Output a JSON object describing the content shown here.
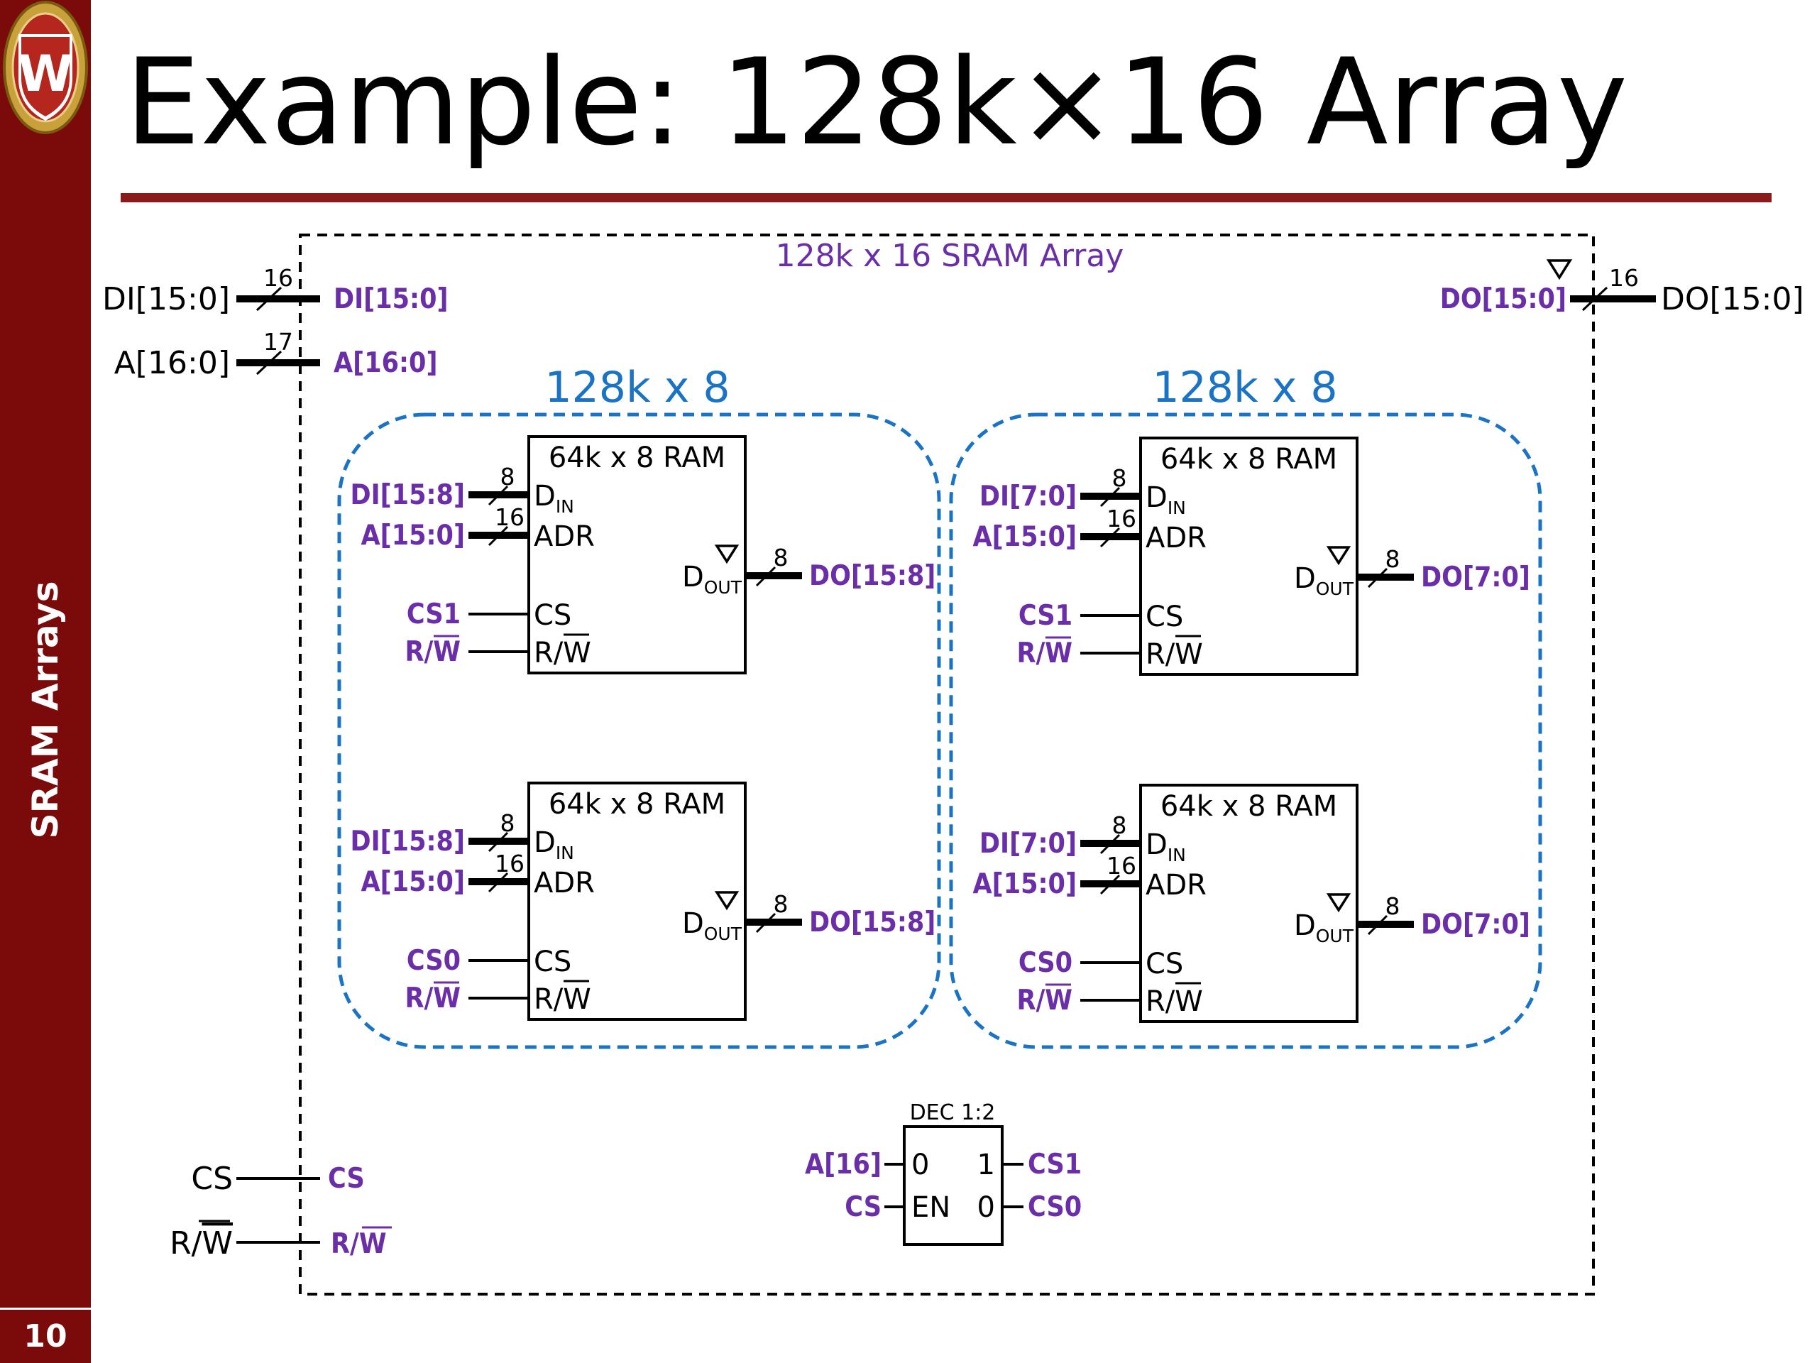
{
  "slide": {
    "title": "Example: 128k×16 Array",
    "sidebar_title": "SRAM Arrays",
    "page_number": "10",
    "logo_letter": "W"
  },
  "colors": {
    "sidebar": "#7b0b0b",
    "title_rule": "#8b1a1a",
    "signal_purple": "#6a2ea8",
    "group_blue": "#1a73c4",
    "group_border": "#1a73c4"
  },
  "diagram": {
    "array_label": "128k x 16 SRAM Array",
    "external": {
      "di": "DI[15:0]",
      "addr": "A[16:0]",
      "do": "DO[15:0]",
      "cs": "CS",
      "rw_r": "R/",
      "rw_w": "W"
    },
    "internal": {
      "di": "DI[15:0]",
      "addr": "A[16:0]",
      "do": "DO[15:0]",
      "cs": "CS",
      "rw_r": "R/",
      "rw_w": "W"
    },
    "bus_widths": {
      "di": "16",
      "addr": "17",
      "do": "16",
      "data": "8",
      "ram_addr": "16"
    },
    "groups": [
      {
        "label": "128k x 8"
      },
      {
        "label": "128k x 8"
      }
    ],
    "ram_title": "64k x 8 RAM",
    "ports": {
      "din": "D",
      "din_sub": "IN",
      "adr": "ADR",
      "dout": "D",
      "dout_sub": "OUT",
      "cs": "CS",
      "rw_r": "R/",
      "rw_w": "W"
    },
    "rams": [
      {
        "din": "DI[15:8]",
        "adr": "A[15:0]",
        "cs": "CS1",
        "rw_r": "R/",
        "rw_w": "W",
        "dout": "DO[15:8]"
      },
      {
        "din": "DI[7:0]",
        "adr": "A[15:0]",
        "cs": "CS1",
        "rw_r": "R/",
        "rw_w": "W",
        "dout": "DO[7:0]"
      },
      {
        "din": "DI[15:8]",
        "adr": "A[15:0]",
        "cs": "CS0",
        "rw_r": "R/",
        "rw_w": "W",
        "dout": "DO[15:8]"
      },
      {
        "din": "DI[7:0]",
        "adr": "A[15:0]",
        "cs": "CS0",
        "rw_r": "R/",
        "rw_w": "W",
        "dout": "DO[7:0]"
      }
    ],
    "decoder": {
      "title": "DEC 1:2",
      "in_a": "0",
      "in_en": "EN",
      "out_1": "1",
      "out_0": "0",
      "sig_a": "A[16]",
      "sig_en": "CS",
      "sig_1": "CS1",
      "sig_0": "CS0"
    }
  }
}
